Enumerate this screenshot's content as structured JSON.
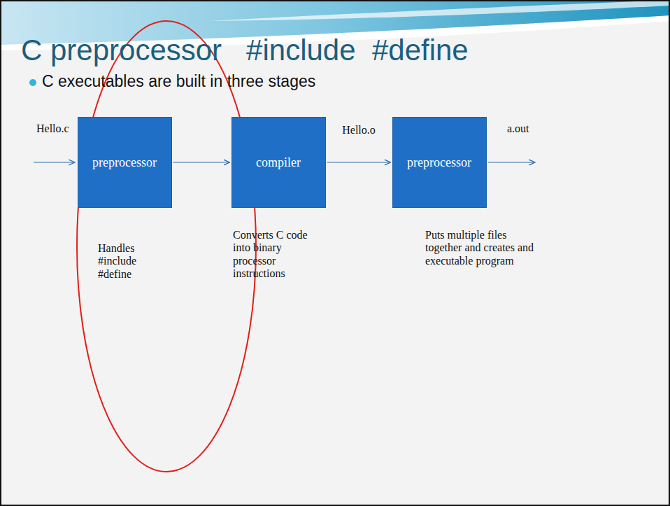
{
  "diagram": {
    "title": "C preprocessor   #include  #define",
    "nodes": [
      {
        "text": [
          "preprocessor"
        ]
      },
      {
        "text": [
          "compiler"
        ]
      },
      {
        "text": [
          "preprocessor"
        ]
      }
    ],
    "edges": [
      {
        "from": 0,
        "to": 1,
        "arrow": "to"
      },
      {
        "from": 1,
        "to": 2,
        "label": "Hello.o",
        "arrow": "to"
      }
    ],
    "labels": [
      "C executables are built in three stages",
      "Hello.c",
      "a.out",
      "Handles #include #define",
      "Converts C code into binary processor instructions",
      "Puts multiple files together and creates and executable program"
    ]
  }
}
